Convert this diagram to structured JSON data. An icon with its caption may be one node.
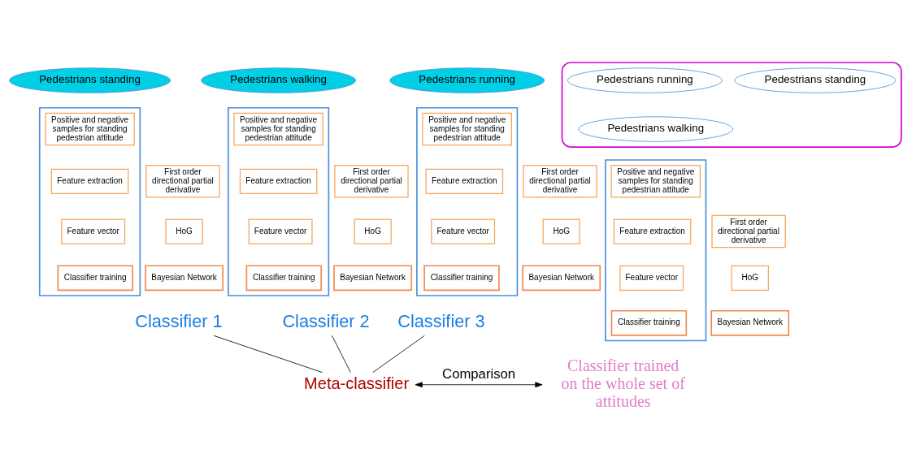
{
  "diagram": {
    "nodes": [
      {
        "text": [
          "Pedestrians standing"
        ]
      },
      {
        "text": [],
        "shape": "box"
      },
      {
        "text": [
          "Positive and negative samples for standing pedestrian attitude"
        ],
        "in": 1
      },
      {
        "text": [
          "Feature extraction"
        ],
        "in": 1
      },
      {
        "text": [
          "Feature vector"
        ],
        "in": 1
      },
      {
        "text": [
          "Classifier training"
        ],
        "in": 1
      },
      {
        "text": [
          "First order directional partial derivative"
        ]
      },
      {
        "text": [
          "HoG"
        ]
      },
      {
        "text": [
          "Bayesian Network"
        ]
      },
      {
        "text": [
          "Classifier 1"
        ]
      },
      {
        "text": [
          "Pedestrians walking"
        ]
      },
      {
        "text": [],
        "shape": "box"
      },
      {
        "text": [
          "Positive and negative samples for standing pedestrian attitude"
        ],
        "in": 11
      },
      {
        "text": [
          "Feature extraction"
        ],
        "in": 11
      },
      {
        "text": [
          "Feature vector"
        ],
        "in": 11
      },
      {
        "text": [
          "Classifier training"
        ],
        "in": 11
      },
      {
        "text": [
          "First order directional partial derivative"
        ]
      },
      {
        "text": [
          "HoG"
        ]
      },
      {
        "text": [
          "Bayesian Network"
        ]
      },
      {
        "text": [
          "Classifier 2"
        ]
      },
      {
        "text": [
          "Pedestrians running"
        ]
      },
      {
        "text": [],
        "shape": "box"
      },
      {
        "text": [
          "Positive and negative samples for standing pedestrian attitude"
        ],
        "in": 21
      },
      {
        "text": [
          "Feature extraction"
        ],
        "in": 21
      },
      {
        "text": [
          "Feature vector"
        ],
        "in": 21
      },
      {
        "text": [
          "Classifier training"
        ],
        "in": 21
      },
      {
        "text": [
          "First order directional partial derivative"
        ]
      },
      {
        "text": [
          "HoG"
        ]
      },
      {
        "text": [
          "Bayesian Network"
        ]
      },
      {
        "text": [
          "Classifier 3"
        ]
      },
      {
        "text": [],
        "shape": "ellipse"
      },
      {
        "text": [
          "Pedestrians walking"
        ],
        "in": 30
      },
      {
        "text": [
          "Pedestrians standing"
        ],
        "in": 30
      },
      {
        "text": [
          "Pedestrians running"
        ],
        "in": 30
      },
      {
        "text": [],
        "shape": "box"
      },
      {
        "text": [
          "Positive and negative samples for standing pedestrian attitude"
        ],
        "in": 34
      },
      {
        "text": [
          "Feature extraction"
        ],
        "in": 34
      },
      {
        "text": [
          "Feature vector"
        ],
        "in": 34
      },
      {
        "text": [
          "Classifier training"
        ],
        "in": 34
      },
      {
        "text": [
          "First order directional partial derivative"
        ]
      },
      {
        "text": [
          "HoG"
        ]
      },
      {
        "text": [
          "Bayesian Network"
        ]
      },
      {
        "text": [
          "Classifier trained on the whole set of attitudes"
        ]
      },
      {
        "text": [
          "Meta-classifier"
        ]
      }
    ],
    "edges": [
      {
        "from": 9,
        "to": 43,
        "arrow": "none"
      },
      {
        "from": 19,
        "to": 43,
        "arrow": "none"
      },
      {
        "from": 29,
        "to": 43,
        "arrow": "none"
      },
      {
        "from": 43,
        "to": 42,
        "arrow": "both",
        "label": "Comparison"
      }
    ]
  }
}
